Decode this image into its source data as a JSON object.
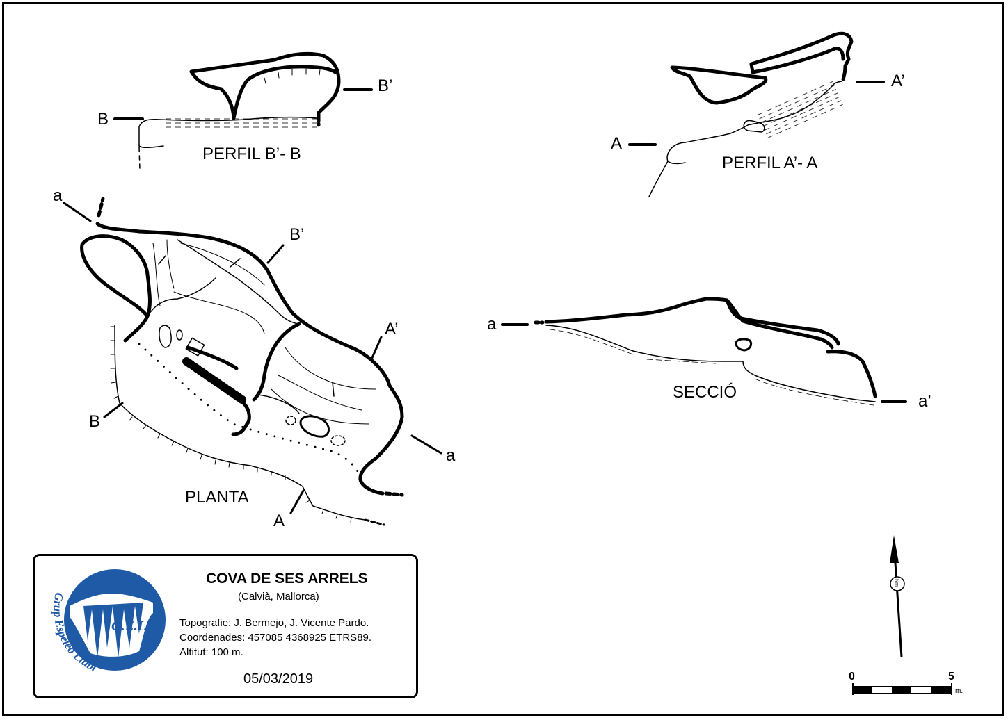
{
  "title": {
    "name": "COVA DE SES ARRELS",
    "location": "(Calvià, Mallorca)",
    "topography": "Topografie: J. Bermejo, J. Vicente Pardo.",
    "coordinates": "Coordenades: 457085 4368925 ETRS89.",
    "altitude": "Altitut: 100 m.",
    "date": "05/03/2019"
  },
  "logo": {
    "abbrev": "G.E.LL.",
    "club_name": "Grup Espeleo Llubí",
    "color": "#1f5aa6"
  },
  "views": {
    "profile_b": "PERFIL B’- B",
    "profile_a": "PERFIL A’- A",
    "plan": "PLANTA",
    "section": "SECCIÓ"
  },
  "markers": {
    "B": "B",
    "B_prime": "B’",
    "A": "A",
    "A_prime": "A’",
    "a": "a",
    "a_prime": "a’"
  },
  "scale": {
    "zero": "0",
    "five": "5",
    "unit": "m."
  },
  "north": {
    "label": "Nm"
  }
}
